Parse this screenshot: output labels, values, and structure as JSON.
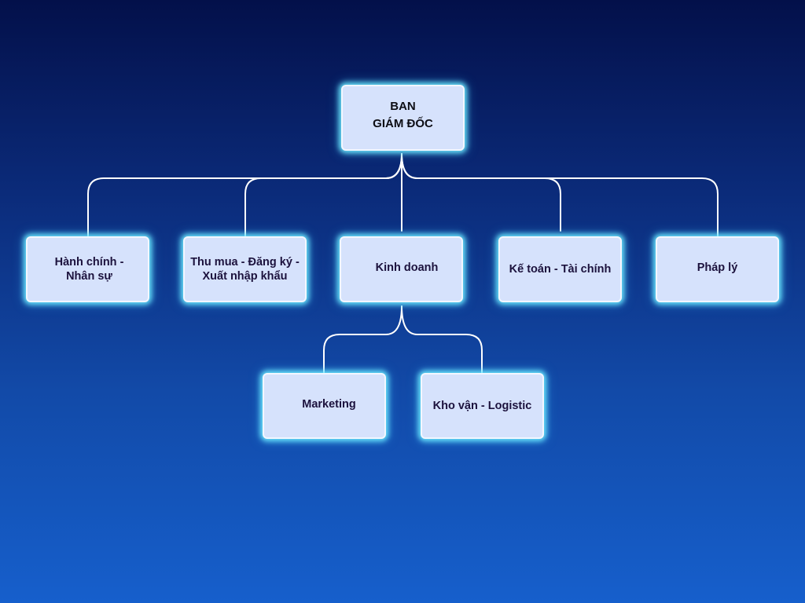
{
  "org_chart": {
    "root": {
      "line1": "BAN",
      "line2": "GIÁM ĐỐC"
    },
    "departments": [
      {
        "line1": "Hành chính -",
        "line2": "Nhân sự"
      },
      {
        "line1": "Thu mua - Đăng ký -",
        "line2": "Xuất nhập khẩu"
      },
      {
        "label": "Kinh doanh"
      },
      {
        "label": "Kế toán - Tài chính"
      },
      {
        "label": "Pháp lý"
      }
    ],
    "sales_children": [
      {
        "label": "Marketing"
      },
      {
        "label": "Kho vận - Logistic"
      }
    ],
    "colors": {
      "background_top": "#03104a",
      "background_bottom": "#165fcc",
      "node_fill": "#d6e2fc",
      "node_glow": "#6eebff",
      "connector": "#ffffff"
    }
  }
}
